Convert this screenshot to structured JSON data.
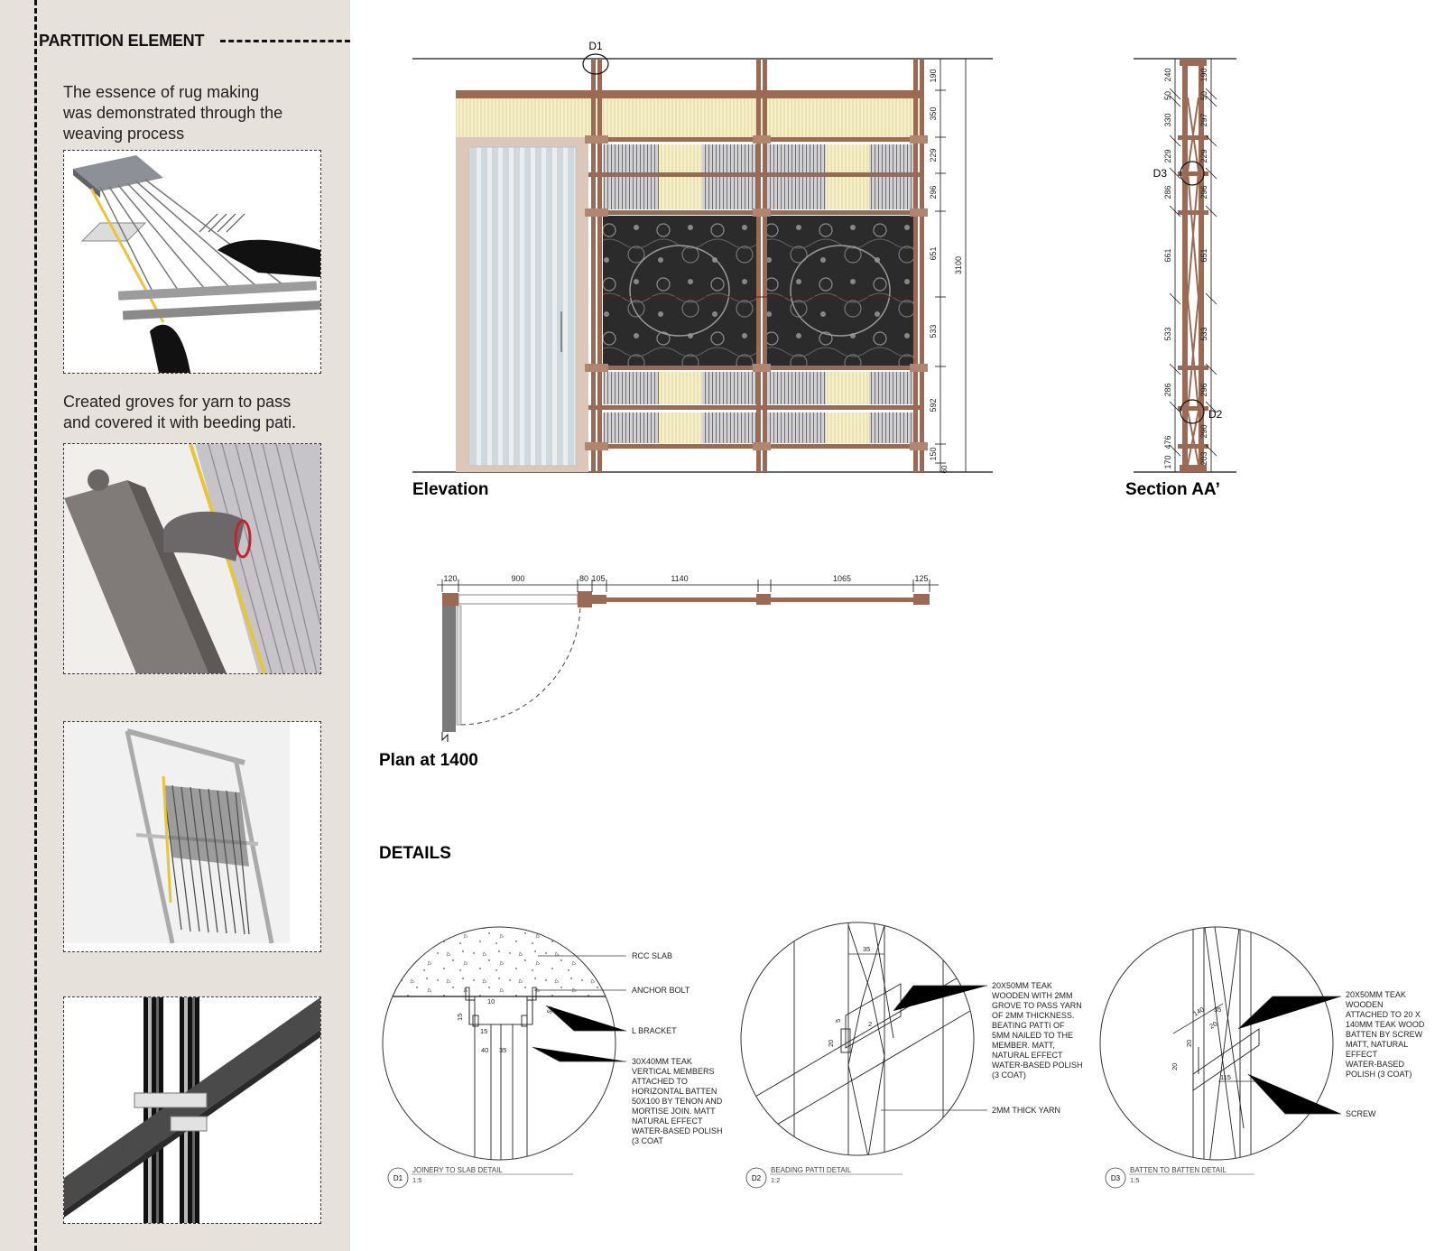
{
  "sidebar": {
    "title": "PARTITION ELEMENT",
    "caption1": [
      "The essence of rug making",
      "was demonstrated through the",
      "weaving process"
    ],
    "caption2": [
      "Created groves for yarn to pass",
      "and covered it with beeding pati."
    ]
  },
  "elevation": {
    "title": "Elevation",
    "tag": "D1",
    "dims_right": [
      "190",
      "350",
      "229",
      "296",
      "651",
      "533",
      "592",
      "150",
      "60"
    ],
    "total": "3100"
  },
  "section": {
    "title": "Section AA’",
    "tags": [
      "D3",
      "D2"
    ],
    "dims_left": [
      "240",
      "50",
      "330",
      "229",
      "286",
      "661",
      "533",
      "286",
      "476",
      "170"
    ],
    "dims_right": [
      "190",
      "50",
      "297",
      "229",
      "296",
      "651",
      "533",
      "296",
      "290",
      "203"
    ]
  },
  "plan": {
    "title": "Plan at 1400",
    "dims": [
      "120",
      "900",
      "80",
      "105",
      "1140",
      "1065",
      "125"
    ]
  },
  "details": {
    "title": "DETAILS",
    "d1": {
      "id": "D1",
      "name": "JOINERY TO SLAB DETAIL",
      "scale": "1:5",
      "labels": [
        "RCC SLAB",
        "ANCHOR BOLT",
        "L BRACKET"
      ],
      "note": [
        "30X40MM TEAK",
        "VERTICAL MEMBERS",
        "ATTACHED TO",
        "HORIZONTAL BATTEN",
        "50X100 BY TENON AND",
        "MORTISE JOIN. MATT",
        "NATURAL EFFECT",
        "WATER-BASED POLISH",
        "(3 COAT"
      ],
      "dims": [
        "10",
        "15",
        "15",
        "40",
        "35",
        "50"
      ]
    },
    "d2": {
      "id": "D2",
      "name": "BEADING PATTI DETAIL",
      "scale": "1:2",
      "note": [
        "20X50MM TEAK",
        "WOODEN WITH 2MM",
        "GROVE TO PASS YARN",
        "OF 2MM THICKNESS.",
        "BEATING PATTI OF",
        "5MM NAILED TO THE",
        "MEMBER. MATT,",
        "NATURAL EFFECT",
        "WATER-BASED POLISH",
        "(3 COAT)"
      ],
      "label2": "2MM THICK YARN",
      "dims": [
        "35",
        "20",
        "2",
        "5"
      ]
    },
    "d3": {
      "id": "D3",
      "name": "BATTEN TO BATTEN DETAIL",
      "scale": "1:5",
      "note": [
        "20X50MM TEAK",
        "WOODEN",
        "ATTACHED TO 20 X",
        "140MM TEAK WOOD",
        "BATTEN BY SCREW",
        "MATT, NATURAL",
        "EFFECT",
        "WATER-BASED",
        "POLISH (3 COAT)"
      ],
      "label2": "SCREW",
      "dims": [
        "140",
        "35",
        "20",
        "20",
        "20",
        "115"
      ]
    }
  },
  "colors": {
    "sidebar": "#e6e1da",
    "wood": "#9a6a55",
    "yarn": "#f4efc6",
    "rug": "#2f2f30",
    "glass": "#c9d3d8"
  }
}
